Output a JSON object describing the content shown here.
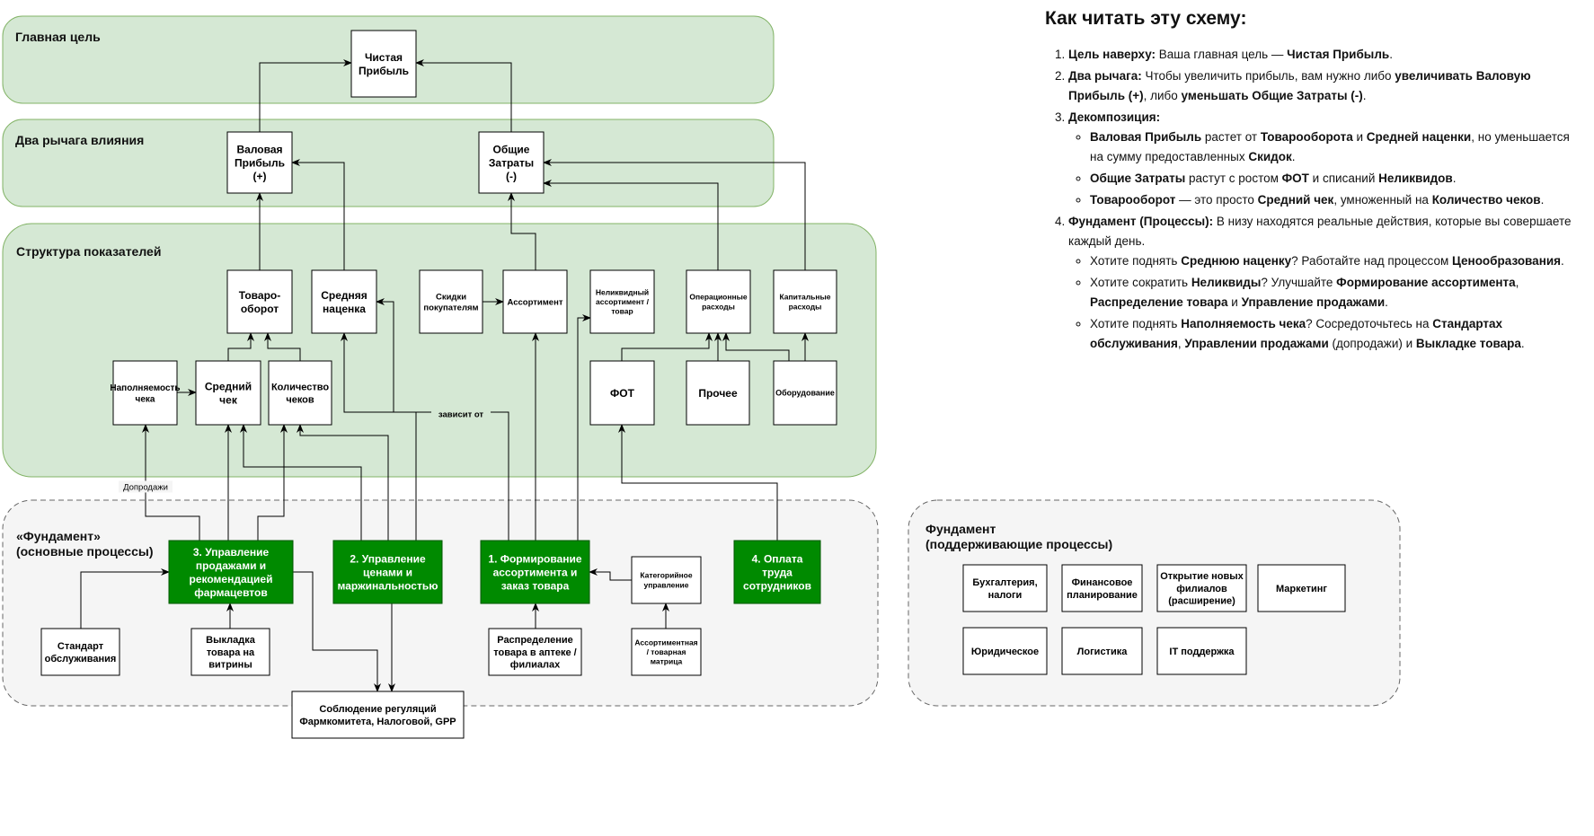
{
  "zones": [
    {
      "id": "goal",
      "label": "Главная цель"
    },
    {
      "id": "levers",
      "label": "Два рычага влияния"
    },
    {
      "id": "structure",
      "label": "Структура показателей"
    },
    {
      "id": "foundation",
      "label": "«Фундамент»\n(основные процессы)"
    },
    {
      "id": "support",
      "label": "Фундамент\n(поддерживающие процессы)"
    }
  ],
  "nodes": {
    "net_profit": "Чистая\nПрибыль",
    "gross_profit": "Валовая\nПрибыль\n(+)",
    "total_costs": "Общие\nЗатраты\n(-)",
    "turnover": "Товаро-\nоборот",
    "avg_markup": "Средняя\nнаценка",
    "discounts": "Скидки\nпокупателям",
    "assortment": "Ассортимент",
    "illiquid": "Неликвидный\nассортимент /\nтовар",
    "opex": "Операционные\nрасходы",
    "capex": "Капитальные\nрасходы",
    "fill": "Наполняемость\nчека",
    "avg_check": "Средний\nчек",
    "check_count": "Количество\nчеков",
    "payroll": "ФОТ",
    "other": "Прочее",
    "equipment": "Оборудование",
    "p3": "3. Управление\nпродажами и\nрекомендацией\nфармацевтов",
    "p2": "2. Управление\nценами и\nмаржинальностью",
    "p1": "1. Формирование\nассортимента и\nзаказ товара",
    "p4": "4. Оплата\nтруда\nсотрудников",
    "category_mgmt": "Категорийное\nуправление",
    "standard": "Стандарт\nобслуживания",
    "display": "Выкладка\nтовара на\nвитрины",
    "distribution": "Распределение\nтовара в аптеке /\nфилиалах",
    "matrix": "Ассортиментная\n/ товарная\nматрица",
    "compliance": "Соблюдение регуляций\nФармкомитета, Налоговой, GPP",
    "accounting": "Бухгалтерия,\nналоги",
    "fin_planning": "Финансовое\nпланирование",
    "new_branches": "Открытие новых\nфилиалов\n(расширение)",
    "marketing": "Маркетинг",
    "legal": "Юридическое",
    "logistics": "Логистика",
    "it_support": "IT поддержка"
  },
  "edge_labels": {
    "depends_on": "зависит от",
    "upsell": "Допродажи"
  },
  "colors": {
    "zone_green_fill": "#d5e8d4",
    "zone_green_stroke": "#82b366",
    "zone_gray_fill": "#f5f5f5",
    "zone_gray_stroke": "#666666",
    "process_fill": "#008a00",
    "process_stroke": "#005700"
  },
  "explanation": {
    "title": "Как читать эту схему:",
    "items": [
      {
        "parts": [
          [
            "b",
            "Цель наверху:"
          ],
          [
            "t",
            " Ваша главная цель — "
          ],
          [
            "b",
            "Чистая Прибыль"
          ],
          [
            "t",
            "."
          ]
        ]
      },
      {
        "parts": [
          [
            "b",
            "Два рычага:"
          ],
          [
            "t",
            " Чтобы увеличить прибыль, вам нужно либо "
          ],
          [
            "b",
            "увеличивать Валовую Прибыль (+)"
          ],
          [
            "t",
            ", либо "
          ],
          [
            "b",
            "уменьшать Общие Затраты (-)"
          ],
          [
            "t",
            "."
          ]
        ]
      },
      {
        "parts": [
          [
            "b",
            "Декомпозиция:"
          ]
        ],
        "sub": [
          {
            "parts": [
              [
                "b",
                "Валовая Прибыль"
              ],
              [
                "t",
                " растет от "
              ],
              [
                "b",
                "Товарооборота"
              ],
              [
                "t",
                " и "
              ],
              [
                "b",
                "Средней наценки"
              ],
              [
                "t",
                ", но уменьшается на сумму предоставленных "
              ],
              [
                "b",
                "Скидок"
              ],
              [
                "t",
                "."
              ]
            ]
          },
          {
            "parts": [
              [
                "b",
                "Общие Затраты"
              ],
              [
                "t",
                " растут с ростом "
              ],
              [
                "b",
                "ФОТ"
              ],
              [
                "t",
                " и списаний "
              ],
              [
                "b",
                "Неликвидов"
              ],
              [
                "t",
                "."
              ]
            ]
          },
          {
            "parts": [
              [
                "b",
                "Товарооборот"
              ],
              [
                "t",
                " — это просто "
              ],
              [
                "b",
                "Средний чек"
              ],
              [
                "t",
                ", умноженный на "
              ],
              [
                "b",
                "Количество чеков"
              ],
              [
                "t",
                "."
              ]
            ]
          }
        ]
      },
      {
        "parts": [
          [
            "b",
            "Фундамент (Процессы):"
          ],
          [
            "t",
            " В низу находятся реальные действия, которые вы совершаете каждый день."
          ]
        ],
        "sub": [
          {
            "parts": [
              [
                "t",
                "Хотите поднять "
              ],
              [
                "b",
                "Среднюю наценку"
              ],
              [
                "t",
                "? Работайте над процессом "
              ],
              [
                "b",
                "Ценообразования"
              ],
              [
                "t",
                "."
              ]
            ]
          },
          {
            "parts": [
              [
                "t",
                "Хотите сократить "
              ],
              [
                "b",
                "Неликвиды"
              ],
              [
                "t",
                "? Улучшайте "
              ],
              [
                "b",
                "Формирование ассортимента"
              ],
              [
                "t",
                ", "
              ],
              [
                "b",
                "Распределение товара"
              ],
              [
                "t",
                " и "
              ],
              [
                "b",
                "Управление продажами"
              ],
              [
                "t",
                "."
              ]
            ]
          },
          {
            "parts": [
              [
                "t",
                "Хотите поднять "
              ],
              [
                "b",
                "Наполняемость чека"
              ],
              [
                "t",
                "? Сосредоточьтесь на "
              ],
              [
                "b",
                "Стандартах обслуживания"
              ],
              [
                "t",
                ", "
              ],
              [
                "b",
                "Управлении продажами"
              ],
              [
                "t",
                " (допродажи) и "
              ],
              [
                "b",
                "Выкладке товара"
              ],
              [
                "t",
                "."
              ]
            ]
          }
        ]
      }
    ]
  }
}
